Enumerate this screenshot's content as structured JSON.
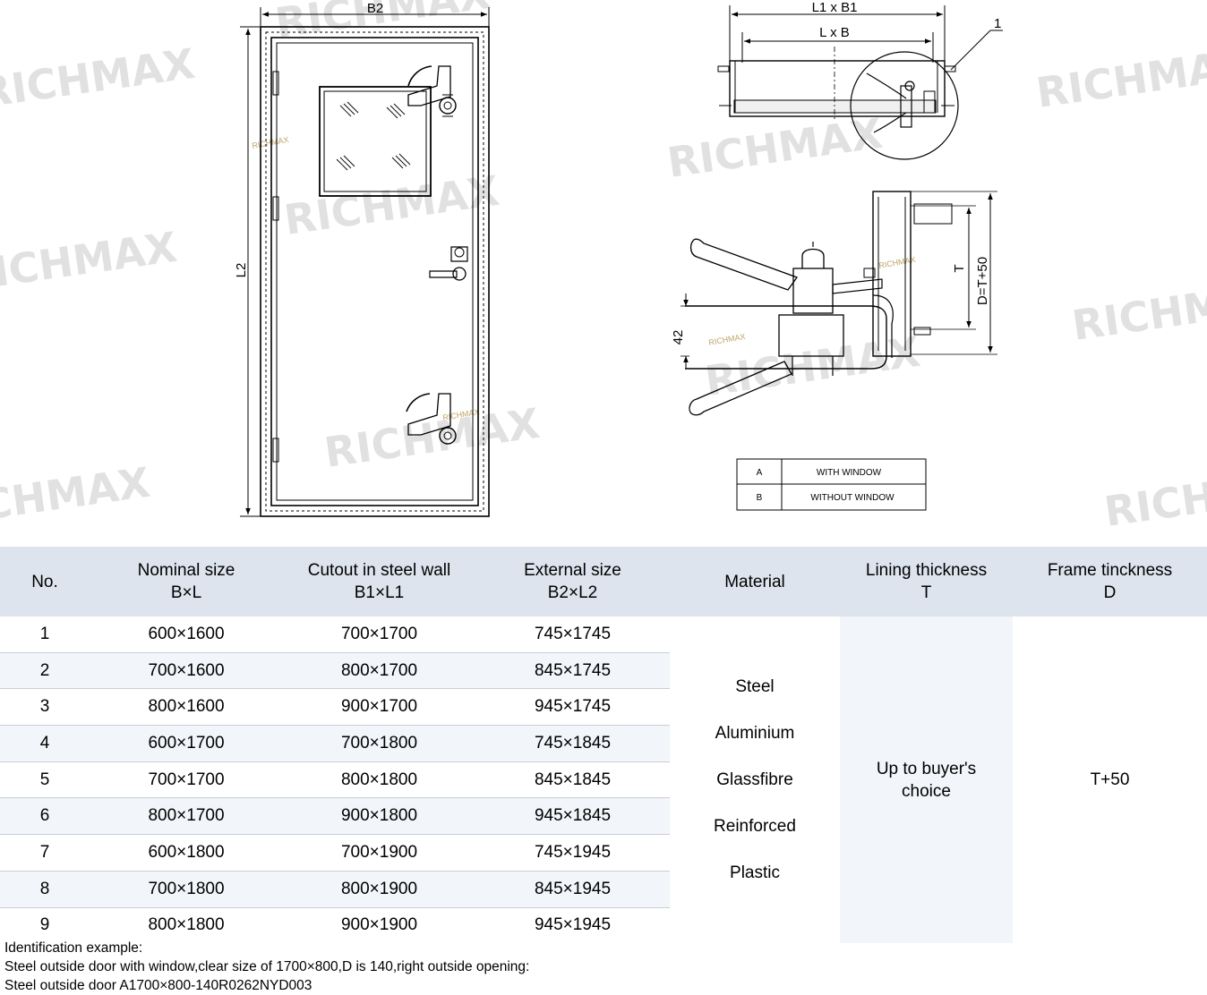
{
  "drawing": {
    "dims": {
      "b2": "B2",
      "l2": "L2",
      "l1xb1": "L1 x B1",
      "lxb": "L x B",
      "callout": "1",
      "t": "T",
      "d": "D=T+50",
      "h42": "42"
    },
    "legend": [
      {
        "code": "A",
        "label": "WITH WINDOW"
      },
      {
        "code": "B",
        "label": "WITHOUT WINDOW"
      }
    ],
    "watermark": "RICHMAX"
  },
  "table": {
    "headers": [
      {
        "line1": "No.",
        "line2": ""
      },
      {
        "line1": "Nominal size",
        "line2": "B×L"
      },
      {
        "line1": "Cutout in steel wall",
        "line2": "B1×L1"
      },
      {
        "line1": "External size",
        "line2": "B2×L2"
      },
      {
        "line1": "Material",
        "line2": ""
      },
      {
        "line1": "Lining thickness",
        "line2": "T"
      },
      {
        "line1": "Frame tinckness",
        "line2": "D"
      }
    ],
    "rows": [
      {
        "no": "1",
        "nominal": "600×1600",
        "cutout": "700×1700",
        "external": "745×1745"
      },
      {
        "no": "2",
        "nominal": "700×1600",
        "cutout": "800×1700",
        "external": "845×1745"
      },
      {
        "no": "3",
        "nominal": "800×1600",
        "cutout": "900×1700",
        "external": "945×1745"
      },
      {
        "no": "4",
        "nominal": "600×1700",
        "cutout": "700×1800",
        "external": "745×1845"
      },
      {
        "no": "5",
        "nominal": "700×1700",
        "cutout": "800×1800",
        "external": "845×1845"
      },
      {
        "no": "6",
        "nominal": "800×1700",
        "cutout": "900×1800",
        "external": "945×1845"
      },
      {
        "no": "7",
        "nominal": "600×1800",
        "cutout": "700×1900",
        "external": "745×1945"
      },
      {
        "no": "8",
        "nominal": "700×1800",
        "cutout": "800×1900",
        "external": "845×1945"
      },
      {
        "no": "9",
        "nominal": "800×1800",
        "cutout": "900×1900",
        "external": "945×1945"
      }
    ],
    "material": [
      "Steel",
      "Aluminium",
      "Glassfibre",
      "Reinforced",
      "Plastic"
    ],
    "lining": {
      "line1": "Up to buyer's",
      "line2": "choice"
    },
    "frame": "T+50"
  },
  "notes": {
    "line1": "Identification example:",
    "line2": "Steel outside door with window,clear size of 1700×800,D is 140,right outside opening:",
    "line3": "Steel outside door A1700×800-140R0262NYD003"
  }
}
